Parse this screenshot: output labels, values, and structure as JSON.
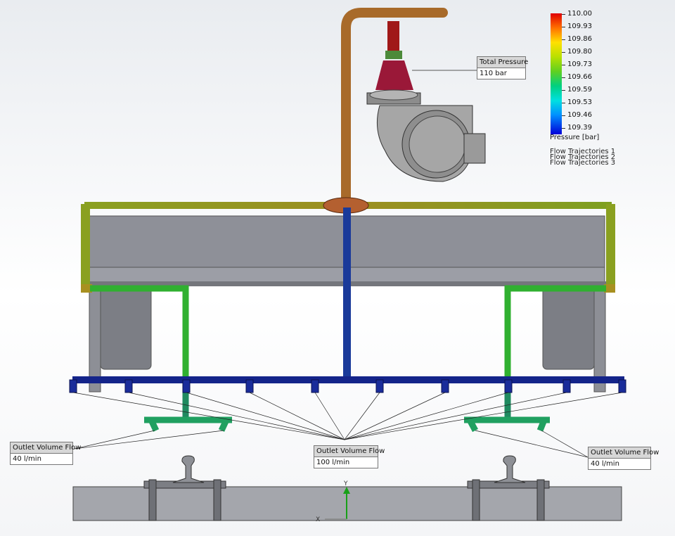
{
  "legend": {
    "ticks": [
      "110.00",
      "109.93",
      "109.86",
      "109.80",
      "109.73",
      "109.66",
      "109.59",
      "109.53",
      "109.46",
      "109.39"
    ],
    "unit": "Pressure [bar]",
    "trajectories": [
      "Flow Trajectories 1",
      "Flow Trajectories 2",
      "Flow Trajectories 3"
    ],
    "colors": {
      "max": "#e00000",
      "mid": "#60d020",
      "min": "#0000d8"
    }
  },
  "callouts": {
    "total_pressure": {
      "label": "Total Pressure",
      "value": "110 bar"
    },
    "outlet_left": {
      "label": "Outlet Volume Flow",
      "value": "40 l/min"
    },
    "outlet_center": {
      "label": "Outlet Volume Flow",
      "value": "100 l/min"
    },
    "outlet_right": {
      "label": "Outlet Volume Flow",
      "value": "40 l/min"
    }
  },
  "triad": {
    "x_label": "X",
    "y_label": "Y"
  }
}
